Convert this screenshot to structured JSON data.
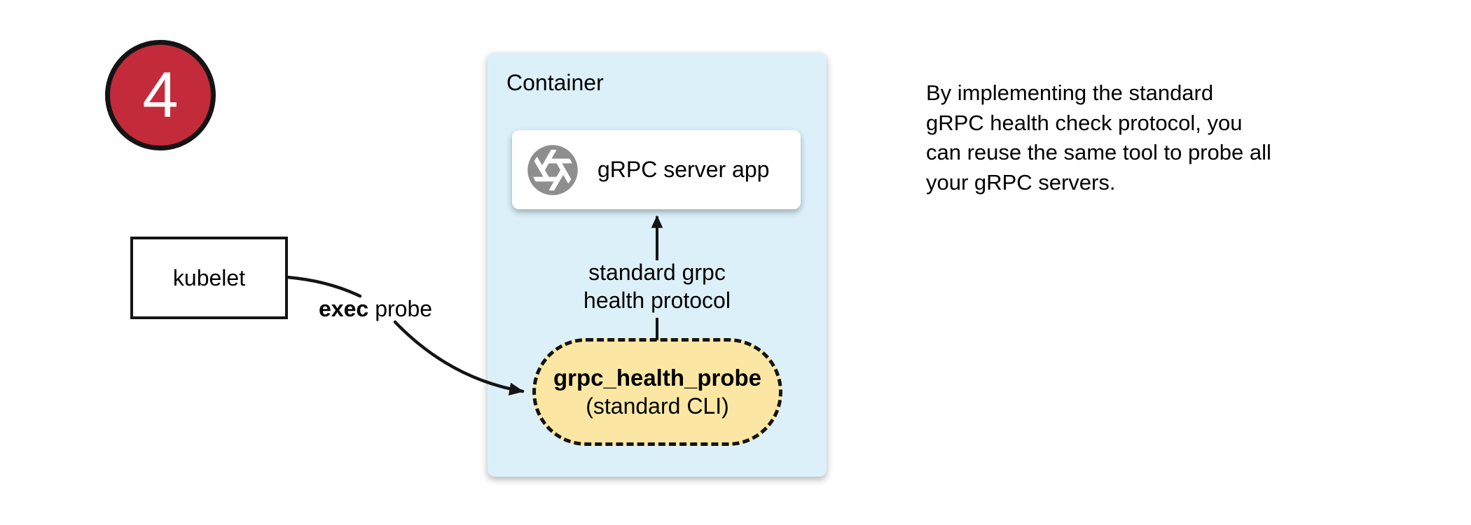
{
  "step_badge": {
    "number": "4"
  },
  "kubelet": {
    "label": "kubelet"
  },
  "exec_probe": {
    "bold": "exec",
    "regular": "probe"
  },
  "container": {
    "title": "Container",
    "server_app": {
      "label": "gRPC server app",
      "icon": "aperture-icon"
    },
    "protocol_label": {
      "line1": "standard grpc",
      "line2": "health protocol"
    },
    "probe_tool": {
      "name": "grpc_health_probe",
      "subtitle": "(standard CLI)"
    }
  },
  "annotation": {
    "lines": [
      "By implementing the standard",
      "gRPC health check protocol, you",
      "can reuse the same tool to probe all",
      "your gRPC servers."
    ]
  },
  "colors": {
    "badge_red": "#C32B3A",
    "container_bg": "#DCF0FA",
    "probe_bg": "#FBE7A3",
    "icon_gray": "#8E8E8E"
  }
}
